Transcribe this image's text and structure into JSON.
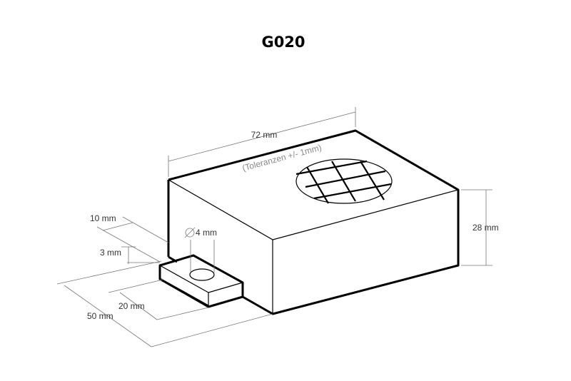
{
  "diagram": {
    "title": "G020",
    "dimensions": {
      "length": "72 mm",
      "tolerance": "(Toleranzen +/- 1mm)",
      "height": "28 mm",
      "tab_length": "10 mm",
      "hole": "4 mm",
      "tab_thickness": "3 mm",
      "tab_width": "20 mm",
      "depth": "50 mm"
    },
    "colors": {
      "outline": "#000000",
      "dimension_line": "#777777",
      "tolerance_text": "#888888"
    }
  }
}
